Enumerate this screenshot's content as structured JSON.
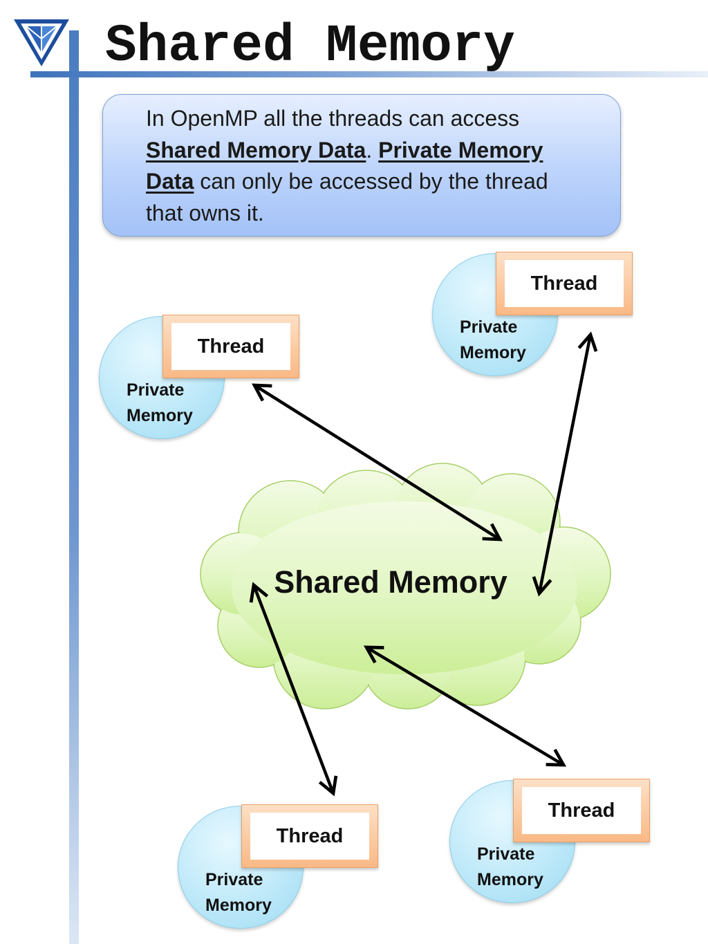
{
  "slide": {
    "title": "Shared Memory",
    "logo_icon": "triangle-logo-icon",
    "accent_color": "#4a7cc0"
  },
  "callout": {
    "text_1": "In OpenMP all the threads can access ",
    "term_shared": "Shared Memory Data",
    "text_2": ".  ",
    "term_private": "Private Memory Data",
    "text_3": " can only be accessed by the thread that owns it."
  },
  "diagram": {
    "cloud_label": "Shared Memory",
    "nodes": [
      {
        "thread_label": "Thread",
        "memory_label_1": "Private",
        "memory_label_2": "Memory"
      },
      {
        "thread_label": "Thread",
        "memory_label_1": "Private",
        "memory_label_2": "Memory"
      },
      {
        "thread_label": "Thread",
        "memory_label_1": "Private",
        "memory_label_2": "Memory"
      },
      {
        "thread_label": "Thread",
        "memory_label_1": "Private",
        "memory_label_2": "Memory"
      }
    ],
    "colors": {
      "cloud_fill": "#dff5bd",
      "cloud_stroke": "#a8d06a",
      "circle_fill": "#bfe9f9",
      "thread_frame": "#f9b986",
      "arrow": "#000000"
    }
  }
}
